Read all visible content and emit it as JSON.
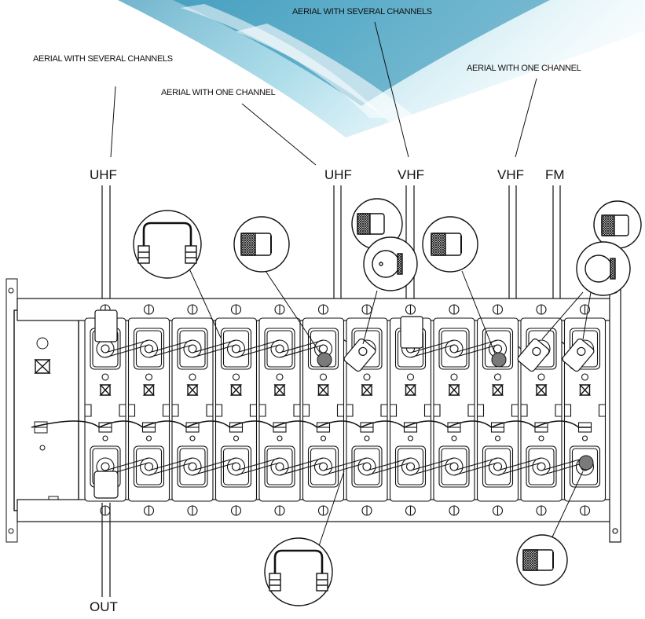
{
  "labels": {
    "top_center": "AERIAL WITH SEVERAL CHANNELS",
    "left_several": "AERIAL WITH SEVERAL CHANNELS",
    "one_channel_left": "AERIAL WITH ONE CHANNEL",
    "one_channel_right": "AERIAL WITH ONE CHANNEL"
  },
  "bands": {
    "uhf_1": "UHF",
    "uhf_2": "UHF",
    "vhf_1": "VHF",
    "vhf_2": "VHF",
    "fm": "FM",
    "out": "OUT"
  },
  "colors": {
    "banner_light": "#bfe7f2",
    "banner_mid": "#4fb6d2",
    "banner_dark": "#1b86ae",
    "ink": "#111111",
    "terminated_port": "#7a7a7a"
  }
}
